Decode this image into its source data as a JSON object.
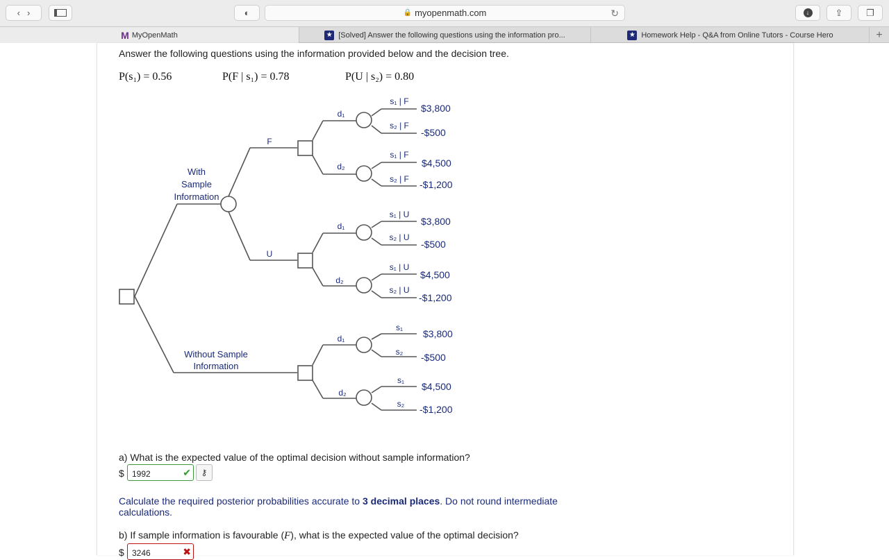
{
  "browser": {
    "url": "myopenmath.com",
    "tabs": [
      {
        "label": "MyOpenMath",
        "active": true
      },
      {
        "label": "[Solved] Answer the following questions using the information pro...",
        "active": false
      },
      {
        "label": "Homework Help - Q&A from Online Tutors - Course Hero",
        "active": false
      }
    ]
  },
  "question": {
    "intro": "Answer the following questions using the information provided below and the decision tree.",
    "probs": [
      "P(s₁) = 0.56",
      "P(F | s₁) = 0.78",
      "P(U | s₂) = 0.80"
    ]
  },
  "tree": {
    "with_label": [
      "With",
      "Sample",
      "Information"
    ],
    "without_label": [
      "Without Sample",
      "Information"
    ],
    "fav": "F",
    "unfav": "U",
    "d1": "d₁",
    "d2": "d₂",
    "states": {
      "s1F": "s₁ | F",
      "s2F": "s₂ | F",
      "s1U": "s₁ | U",
      "s2U": "s₂ | U",
      "s1": "s₁",
      "s2": "s₂"
    },
    "payoffs": [
      "$3,800",
      "-$500",
      "$4,500",
      "-$1,200"
    ]
  },
  "part_a": {
    "text": "a) What is the expected value of the optimal decision without sample information?",
    "currency": "$",
    "value": "1992",
    "status": "correct"
  },
  "instruction": {
    "text1": "Calculate the required posterior probabilities accurate to ",
    "bold": "3 decimal places",
    "text2": ". Do not round intermediate",
    "text3": "calculations."
  },
  "part_b": {
    "text_before": "b) If sample information is favourable (",
    "var": "F",
    "text_after": "), what is the expected value of the optimal decision?",
    "currency": "$",
    "value": "3246",
    "status": "incorrect"
  }
}
